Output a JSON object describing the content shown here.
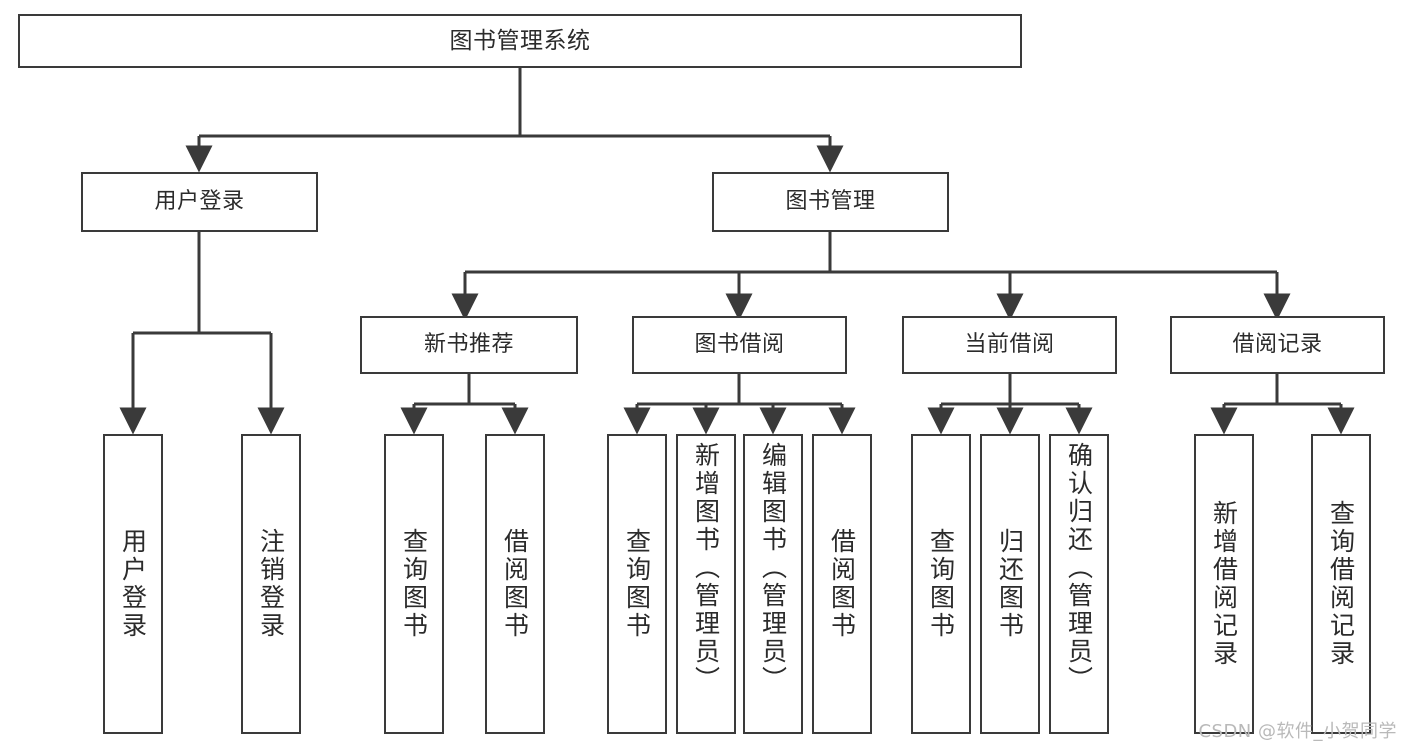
{
  "diagram": {
    "title": "图书管理系统",
    "watermark": "CSDN @软件_小贺同学",
    "stroke_color": "#3a3a3a",
    "fill_color": "#ffffff",
    "text_color": "#2b2b2b",
    "watermark_color": "#b9b9b9"
  },
  "root": {
    "label": "图书管理系统"
  },
  "branches": [
    {
      "label": "用户登录"
    },
    {
      "label": "图书管理"
    }
  ],
  "subbranches": [
    {
      "label": "新书推荐"
    },
    {
      "label": "图书借阅"
    },
    {
      "label": "当前借阅"
    },
    {
      "label": "借阅记录"
    }
  ],
  "leaves": {
    "user_login": [
      {
        "label": "用户登录"
      },
      {
        "label": "注销登录"
      }
    ],
    "new_book_recommend": [
      {
        "label": "查询图书"
      },
      {
        "label": "借阅图书"
      }
    ],
    "book_borrow": [
      {
        "label": "查询图书"
      },
      {
        "label": "新增图书（管理员）"
      },
      {
        "label": "编辑图书（管理员）"
      },
      {
        "label": "借阅图书"
      }
    ],
    "current_borrow": [
      {
        "label": "查询图书"
      },
      {
        "label": "归还图书"
      },
      {
        "label": "确认归还（管理员）"
      }
    ],
    "borrow_record": [
      {
        "label": "新增借阅记录"
      },
      {
        "label": "查询借阅记录"
      }
    ]
  }
}
